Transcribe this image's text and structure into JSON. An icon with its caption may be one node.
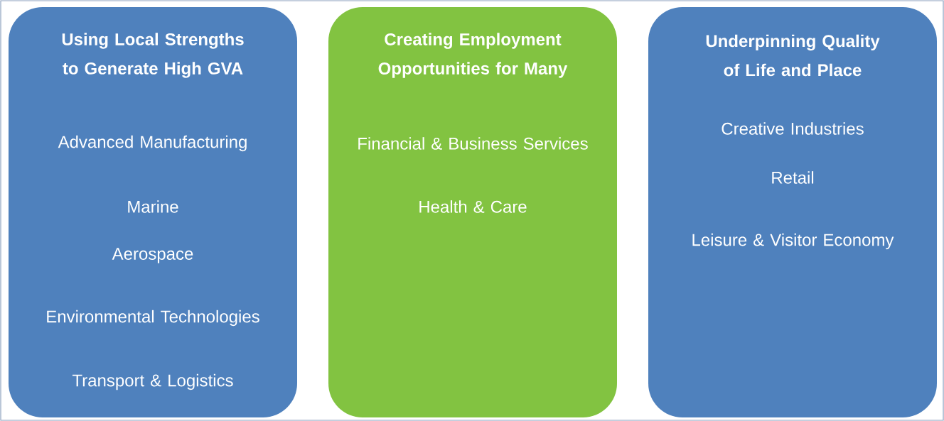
{
  "diagram": {
    "nodes": [
      {
        "text": [
          "Using Local Strengths to Generate High GVA",
          "Advanced Manufacturing",
          "Marine",
          "Aerospace",
          "Environmental Technologies",
          "Transport & Logistics"
        ]
      },
      {
        "text": [
          "Creating Employment Opportunities for Many",
          "Financial & Business Services",
          "Health & Care"
        ]
      },
      {
        "text": [
          "Underpinning Quality of Life and Place",
          "Creative Industries",
          "Retail",
          "Leisure & Visitor Economy"
        ]
      }
    ]
  }
}
